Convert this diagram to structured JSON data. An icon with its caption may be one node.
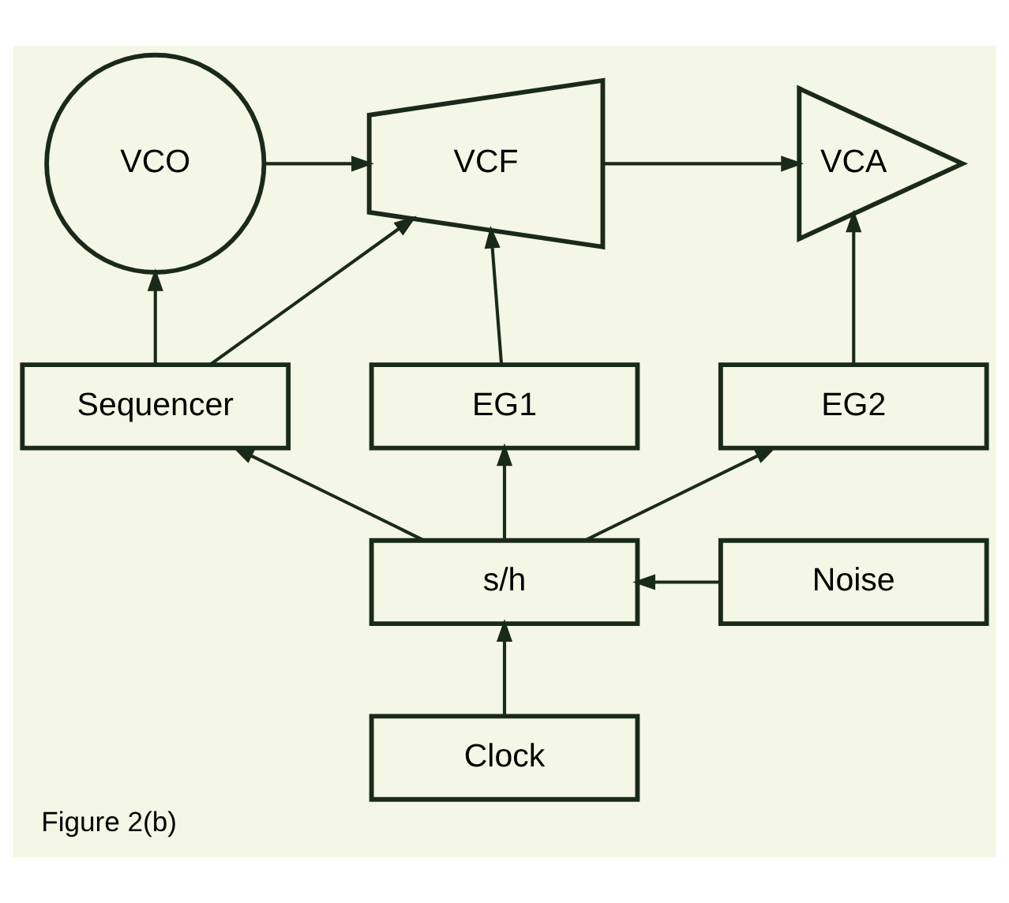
{
  "diagram": {
    "caption": "Figure 2(b)",
    "nodes": [
      {
        "text": [
          "VCO"
        ]
      },
      {
        "text": [
          "VCF"
        ]
      },
      {
        "text": [
          "VCA"
        ]
      },
      {
        "text": [
          "Sequencer"
        ]
      },
      {
        "text": [
          "EG1"
        ]
      },
      {
        "text": [
          "EG2"
        ]
      },
      {
        "text": [
          "Noise"
        ]
      },
      {
        "text": [
          "s/h"
        ]
      },
      {
        "text": [
          "Clock"
        ]
      }
    ],
    "edges": [
      {
        "from": 0,
        "to": 1,
        "arrow": "to"
      },
      {
        "from": 1,
        "to": 2,
        "arrow": "to"
      },
      {
        "from": 3,
        "to": 0,
        "arrow": "to"
      },
      {
        "from": 3,
        "to": 1,
        "arrow": "to"
      },
      {
        "from": 4,
        "to": 1,
        "arrow": "to"
      },
      {
        "from": 5,
        "to": 2,
        "arrow": "to"
      },
      {
        "from": 7,
        "to": 3,
        "arrow": "to"
      },
      {
        "from": 7,
        "to": 4,
        "arrow": "to"
      },
      {
        "from": 7,
        "to": 5,
        "arrow": "to"
      },
      {
        "from": 6,
        "to": 7,
        "arrow": "to"
      },
      {
        "from": 8,
        "to": 7,
        "arrow": "to"
      }
    ]
  }
}
